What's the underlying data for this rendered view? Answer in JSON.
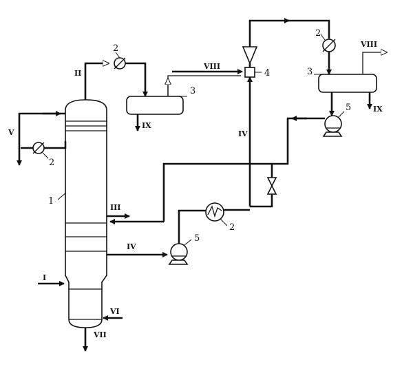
{
  "equipment_labels": {
    "column": "1",
    "cooler_top_left": "2",
    "cooler_reflux": "2",
    "cooler_ejector": "2",
    "heat_exchanger": "2",
    "separator_left": "3",
    "separator_right": "3",
    "ejector": "4",
    "pump_right": "5",
    "pump_bottom": "5"
  },
  "stream_labels": {
    "feed": "I",
    "column_overhead": "II",
    "side_draw_upper": "III",
    "side_draw_lower": "IV",
    "vertical_line": "IV",
    "reflux_out": "V",
    "bottom_inlet": "VI",
    "bottom_product": "VII",
    "gas_left": "VIII",
    "gas_right": "VIII",
    "liquid_left": "IX",
    "liquid_right": "IX"
  }
}
